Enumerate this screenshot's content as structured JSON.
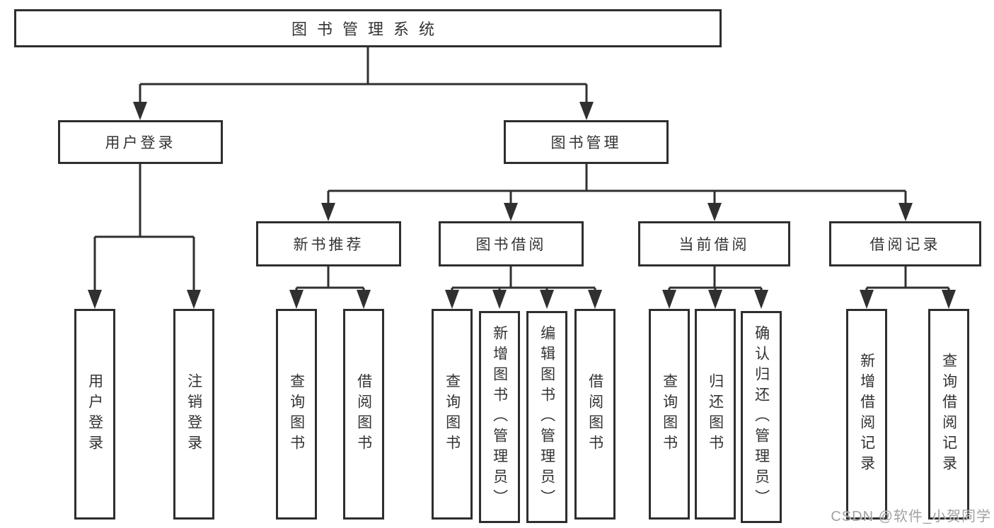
{
  "tree": {
    "label": "图书管理系统",
    "children": [
      {
        "label": "用户登录",
        "children": [
          {
            "label": "用户登录"
          },
          {
            "label": "注销登录"
          }
        ]
      },
      {
        "label": "图书管理",
        "children": [
          {
            "label": "新书推荐",
            "children": [
              {
                "label": "查询图书"
              },
              {
                "label": "借阅图书"
              }
            ]
          },
          {
            "label": "图书借阅",
            "children": [
              {
                "label": "查询图书"
              },
              {
                "label": "新增图书（管理员）"
              },
              {
                "label": "编辑图书（管理员）"
              },
              {
                "label": "借阅图书"
              }
            ]
          },
          {
            "label": "当前借阅",
            "children": [
              {
                "label": "查询图书"
              },
              {
                "label": "归还图书"
              },
              {
                "label": "确认归还（管理员）"
              }
            ]
          },
          {
            "label": "借阅记录",
            "children": [
              {
                "label": "新增借阅记录"
              },
              {
                "label": "查询借阅记录"
              }
            ]
          }
        ]
      }
    ]
  },
  "watermark": {
    "text": "CSDN @软件_小贺同学"
  },
  "colors": {
    "box_border": "#2e2e2e",
    "connector_line": "#303030",
    "text": "#333333",
    "watermark": "#8c8c8c",
    "background": "#ffffff"
  }
}
